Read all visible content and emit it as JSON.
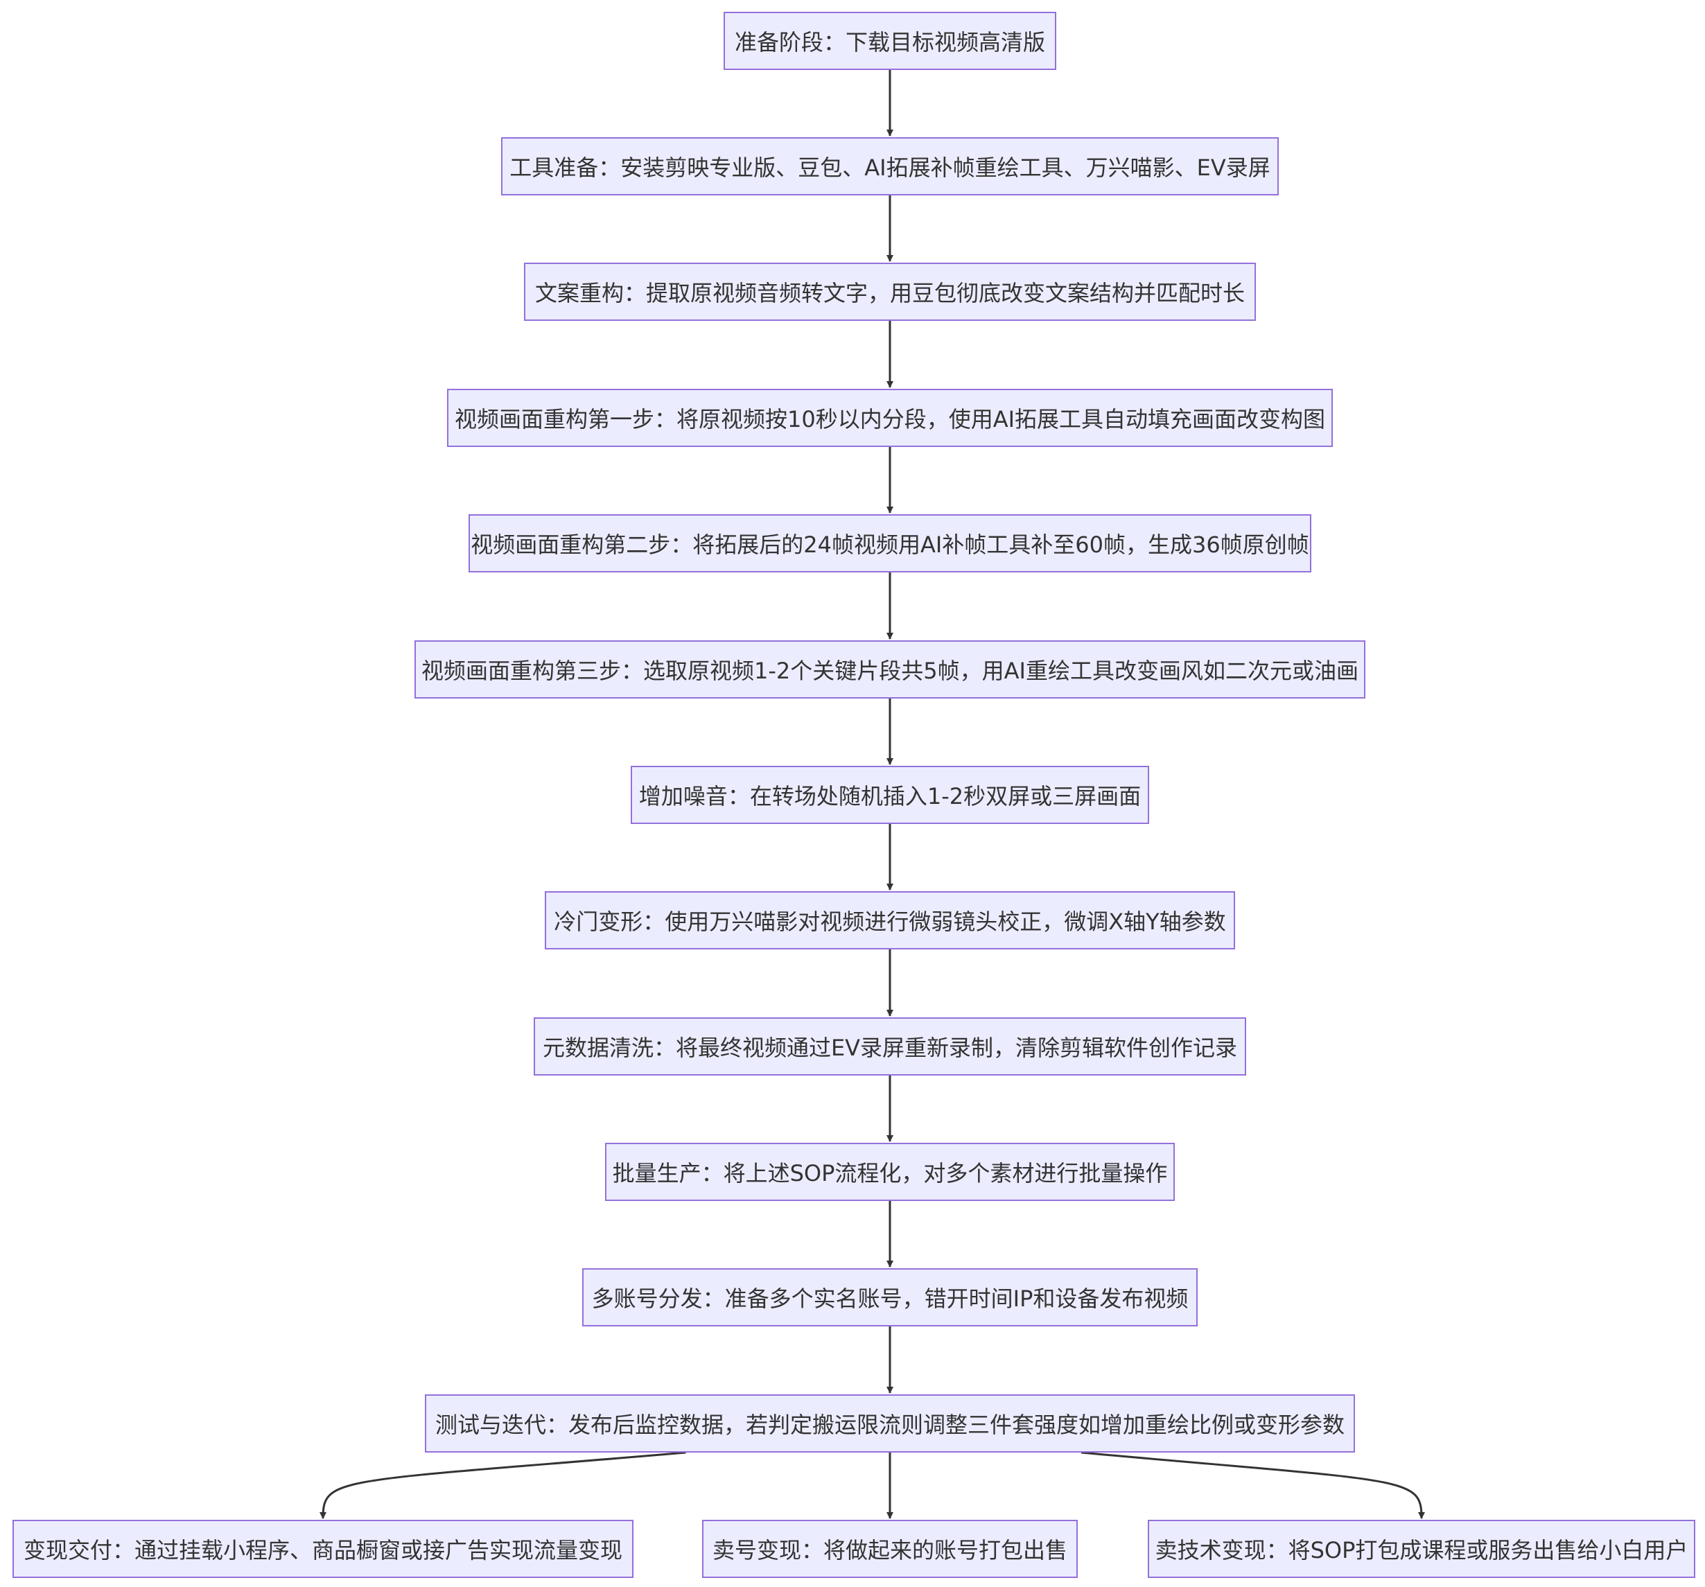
{
  "flowchart": {
    "nodes": [
      {
        "id": "n1",
        "label": "准备阶段：下载目标视频高清版"
      },
      {
        "id": "n2",
        "label": "工具准备：安装剪映专业版、豆包、AI拓展补帧重绘工具、万兴喵影、EV录屏"
      },
      {
        "id": "n3",
        "label": "文案重构：提取原视频音频转文字，用豆包彻底改变文案结构并匹配时长"
      },
      {
        "id": "n4",
        "label": "视频画面重构第一步：将原视频按10秒以内分段，使用AI拓展工具自动填充画面改变构图"
      },
      {
        "id": "n5",
        "label": "视频画面重构第二步：将拓展后的24帧视频用AI补帧工具补至60帧，生成36帧原创帧"
      },
      {
        "id": "n6",
        "label": "视频画面重构第三步：选取原视频1-2个关键片段共5帧，用AI重绘工具改变画风如二次元或油画"
      },
      {
        "id": "n7",
        "label": "增加噪音：在转场处随机插入1-2秒双屏或三屏画面"
      },
      {
        "id": "n8",
        "label": "冷门变形：使用万兴喵影对视频进行微弱镜头校正，微调X轴Y轴参数"
      },
      {
        "id": "n9",
        "label": "元数据清洗：将最终视频通过EV录屏重新录制，清除剪辑软件创作记录"
      },
      {
        "id": "n10",
        "label": "批量生产：将上述SOP流程化，对多个素材进行批量操作"
      },
      {
        "id": "n11",
        "label": "多账号分发：准备多个实名账号，错开时间IP和设备发布视频"
      },
      {
        "id": "n12",
        "label": "测试与迭代：发布后监控数据，若判定搬运限流则调整三件套强度如增加重绘比例或变形参数"
      },
      {
        "id": "n13",
        "label": "变现交付：通过挂载小程序、商品橱窗或接广告实现流量变现"
      },
      {
        "id": "n14",
        "label": "卖号变现：将做起来的账号打包出售"
      },
      {
        "id": "n15",
        "label": "卖技术变现：将SOP打包成课程或服务出售给小白用户"
      }
    ],
    "edges": [
      {
        "from": "n1",
        "to": "n2"
      },
      {
        "from": "n2",
        "to": "n3"
      },
      {
        "from": "n3",
        "to": "n4"
      },
      {
        "from": "n4",
        "to": "n5"
      },
      {
        "from": "n5",
        "to": "n6"
      },
      {
        "from": "n6",
        "to": "n7"
      },
      {
        "from": "n7",
        "to": "n8"
      },
      {
        "from": "n8",
        "to": "n9"
      },
      {
        "from": "n9",
        "to": "n10"
      },
      {
        "from": "n10",
        "to": "n11"
      },
      {
        "from": "n11",
        "to": "n12"
      },
      {
        "from": "n12",
        "to": "n13"
      },
      {
        "from": "n12",
        "to": "n14"
      },
      {
        "from": "n12",
        "to": "n15"
      }
    ],
    "colors": {
      "node_fill": "#ececff",
      "node_border": "#9370db",
      "edge": "#333333",
      "text": "#333333"
    }
  }
}
